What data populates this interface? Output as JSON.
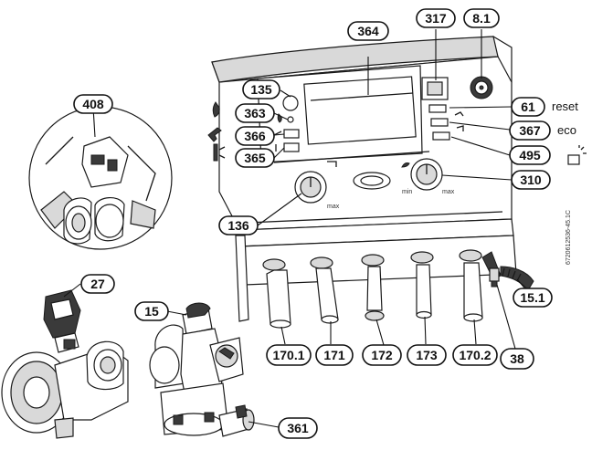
{
  "callouts": [
    {
      "id": "364",
      "text": "364"
    },
    {
      "id": "317",
      "text": "317"
    },
    {
      "id": "8-1",
      "text": "8.1"
    },
    {
      "id": "135",
      "text": "135"
    },
    {
      "id": "408",
      "text": "408"
    },
    {
      "id": "363",
      "text": "363"
    },
    {
      "id": "61",
      "text": "61"
    },
    {
      "id": "366",
      "text": "366"
    },
    {
      "id": "367",
      "text": "367"
    },
    {
      "id": "365",
      "text": "365"
    },
    {
      "id": "495",
      "text": "495"
    },
    {
      "id": "310",
      "text": "310"
    },
    {
      "id": "136",
      "text": "136"
    },
    {
      "id": "27",
      "text": "27"
    },
    {
      "id": "15",
      "text": "15"
    },
    {
      "id": "15-1",
      "text": "15.1"
    },
    {
      "id": "170-1",
      "text": "170.1"
    },
    {
      "id": "171",
      "text": "171"
    },
    {
      "id": "172",
      "text": "172"
    },
    {
      "id": "173",
      "text": "173"
    },
    {
      "id": "170-2",
      "text": "170.2"
    },
    {
      "id": "38",
      "text": "38"
    },
    {
      "id": "361",
      "text": "361"
    }
  ],
  "side_labels": {
    "reset": "reset",
    "eco": "eco"
  },
  "knob_labels": {
    "max_left": "max",
    "max_right": "max",
    "min_right": "min"
  },
  "document_code": "6720612536-45.1C"
}
